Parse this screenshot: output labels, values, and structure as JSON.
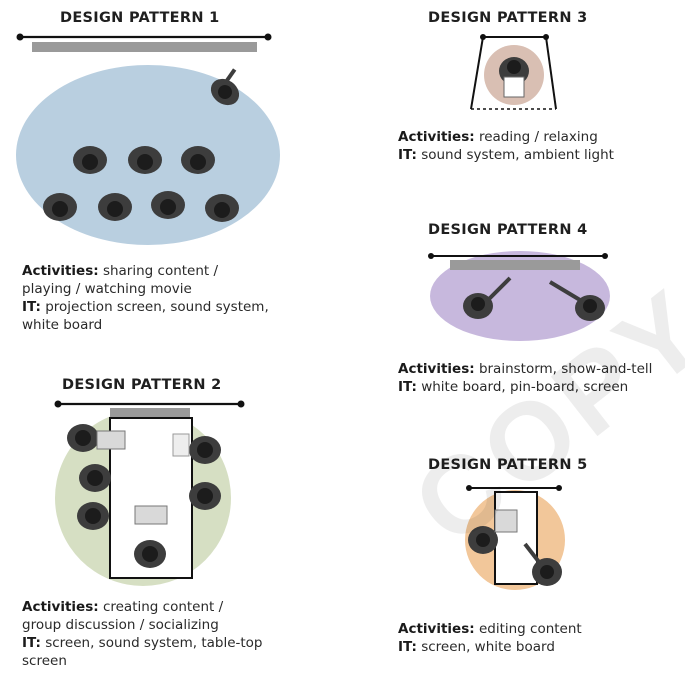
{
  "patterns": [
    {
      "title": "DESIGN PATTERN 1",
      "activities_label": "Activities:",
      "activities": [
        "sharing content /",
        "playing / watching movie"
      ],
      "it_label": "IT:",
      "it": [
        "projection screen, sound system,",
        "white board"
      ],
      "zone_color": "#b9cfe0"
    },
    {
      "title": "DESIGN PATTERN 2",
      "activities_label": "Activities:",
      "activities": [
        "creating content /",
        "group discussion / socializing"
      ],
      "it_label": "IT:",
      "it": [
        "screen, sound system, table-top",
        "screen"
      ],
      "zone_color": "#d6dfc3"
    },
    {
      "title": "DESIGN PATTERN 3",
      "activities_label": "Activities:",
      "activities": [
        "reading / relaxing"
      ],
      "it_label": "IT:",
      "it": [
        "sound system, ambient light"
      ],
      "zone_color": "#d9bfb3"
    },
    {
      "title": "DESIGN PATTERN 4",
      "activities_label": "Activities:",
      "activities": [
        "brainstorm, show-and-tell"
      ],
      "it_label": "IT:",
      "it": [
        "white board, pin-board, screen"
      ],
      "zone_color": "#c7b8dd"
    },
    {
      "title": "DESIGN PATTERN 5",
      "activities_label": "Activities:",
      "activities": [
        "editing content"
      ],
      "it_label": "IT:",
      "it": [
        "screen, white board"
      ],
      "zone_color": "#f2c79a"
    }
  ],
  "watermark": "COPY",
  "colors": {
    "person": "#3d3d3d",
    "person_dark": "#1c1c1c",
    "wall": "#111111",
    "screen_bar": "#9a9a9a"
  }
}
